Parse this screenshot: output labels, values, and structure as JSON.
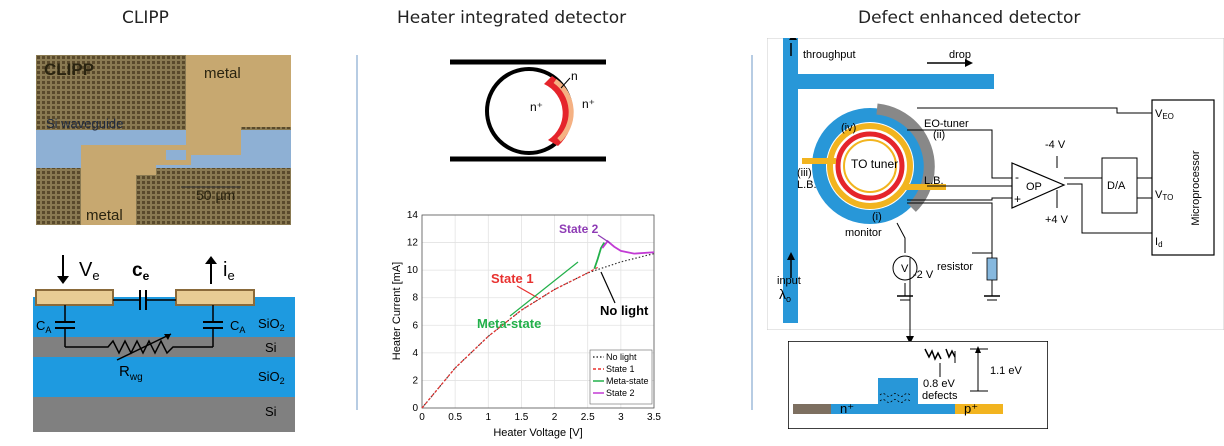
{
  "titles": {
    "clipp": "CLIPP",
    "heater": "Heater integrated detector",
    "defect": "Defect enhanced detector"
  },
  "clipp_photo": {
    "logo": "CLIPP",
    "metal_top": "metal",
    "metal_bottom": "metal",
    "waveguide": "Si waveguide",
    "scale": "50 µm"
  },
  "clipp_circuit": {
    "ve": "V",
    "ve_sub": "e",
    "ce": "c",
    "ce_sub": "e",
    "ie": "i",
    "ie_sub": "e",
    "ca_left": "C",
    "ca_left_sub": "A",
    "ca_right": "C",
    "ca_right_sub": "A",
    "rwg": "R",
    "rwg_sub": "wg",
    "layers": [
      {
        "label": "SiO",
        "sub": "2"
      },
      {
        "label": "Si",
        "sub": ""
      },
      {
        "label": "SiO",
        "sub": "2"
      },
      {
        "label": "Si",
        "sub": ""
      }
    ]
  },
  "ring_schematic": {
    "n": "n",
    "n_plus_left": "n⁺",
    "n_plus_right": "n⁺"
  },
  "chart_data": {
    "type": "line",
    "xlabel": "Heater Voltage [V]",
    "ylabel": "Heater Current [mA]",
    "xlim": [
      0,
      3.5
    ],
    "ylim": [
      0,
      14
    ],
    "xticks": [
      "0",
      "0.5",
      "1",
      "1.5",
      "2",
      "2.5",
      "3",
      "3.5"
    ],
    "yticks": [
      "0",
      "2",
      "4",
      "6",
      "8",
      "10",
      "12",
      "14"
    ],
    "grid": true,
    "legend_position": "bottom-right",
    "annotations": [
      {
        "text": "State 1",
        "color": "#e8312f"
      },
      {
        "text": "State 2",
        "color": "#8e3bb5"
      },
      {
        "text": "No light",
        "color": "#000000"
      },
      {
        "text": "Meta-state",
        "color": "#22b04a"
      }
    ],
    "series": [
      {
        "name": "No light",
        "color": "#333333",
        "style": "dotted",
        "x": [
          0,
          0.5,
          1,
          1.5,
          2,
          2.5,
          3,
          3.5
        ],
        "y": [
          0,
          2.9,
          5.2,
          7.1,
          8.6,
          9.8,
          10.6,
          11.2
        ]
      },
      {
        "name": "State 1",
        "color": "#e8312f",
        "style": "dashed",
        "x": [
          0,
          0.5,
          1,
          1.5,
          2,
          2.5,
          2.65
        ],
        "y": [
          0,
          2.9,
          5.2,
          7.1,
          8.6,
          9.8,
          10.2
        ]
      },
      {
        "name": "Meta-state",
        "color": "#22b04a",
        "style": "solid",
        "x": [
          2.6,
          2.65,
          2.7,
          2.75
        ],
        "y": [
          10.1,
          10.8,
          11.6,
          12.0
        ]
      },
      {
        "name": "State 2",
        "color": "#c23bd4",
        "style": "solid",
        "x": [
          2.72,
          2.8,
          2.9,
          3.0,
          3.2,
          3.5
        ],
        "y": [
          11.6,
          12.1,
          11.7,
          11.4,
          11.2,
          11.3
        ]
      }
    ]
  },
  "defect_diagram": {
    "throughput": "throughput",
    "drop": "drop",
    "input": "input",
    "lambda": "λ",
    "lambda_sub": "o",
    "eo_tuner": "EO-tuner",
    "eo_num": "(ii)",
    "iv": "(iv)",
    "iii": "(iii)",
    "i": "(i)",
    "lb_left": "L.B.",
    "lb_right": "L.B.",
    "to_tuner": "TO tuner",
    "monitor": "monitor",
    "v_meter": "V",
    "minus2v": "-2 V",
    "resistor": "resistor",
    "minus4v": "-4 V",
    "plus4v": "+4 V",
    "op": "OP",
    "op_minus": "-",
    "op_plus": "+",
    "da": "D/A",
    "veo": "V",
    "veo_sub": "EO",
    "vto": "V",
    "vto_sub": "TO",
    "id": "I",
    "id_sub": "d",
    "microprocessor": "Microprocessor"
  },
  "band_diagram": {
    "n_plus": "n⁺",
    "p_plus": "p⁺",
    "ev08": "0.8 eV",
    "defects": "defects",
    "ev11": "1.1 eV"
  }
}
